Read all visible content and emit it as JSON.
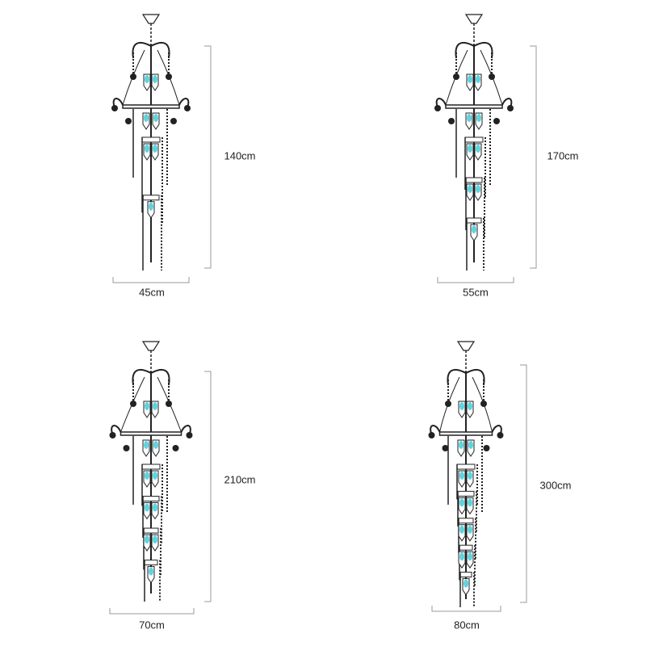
{
  "variants": [
    {
      "height_label": "140cm",
      "width_label": "45cm",
      "tiers": 4
    },
    {
      "height_label": "170cm",
      "width_label": "55cm",
      "tiers": 5
    },
    {
      "height_label": "210cm",
      "width_label": "70cm",
      "tiers": 6
    },
    {
      "height_label": "300cm",
      "width_label": "80cm",
      "tiers": 7
    }
  ],
  "colors": {
    "line": "#222222",
    "crystal": "#5fd3dc",
    "dimension": "#999999"
  }
}
